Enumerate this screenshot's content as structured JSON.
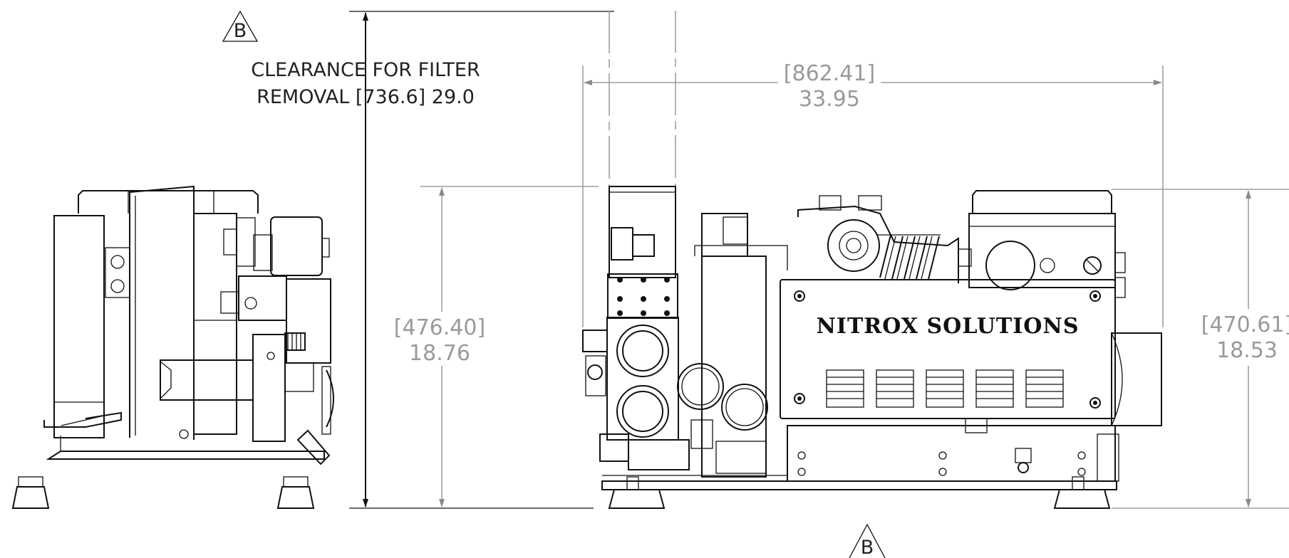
{
  "clearance": {
    "callout": "B",
    "line1": "CLEARANCE FOR FILTER",
    "line2": "REMOVAL [736.6] 29.0"
  },
  "width_dim": {
    "metric": "[862.41]",
    "imperial": "33.95"
  },
  "left_height_dim": {
    "metric": "[476.40]",
    "imperial": "18.76"
  },
  "right_height_dim": {
    "metric": "[470.61]",
    "imperial": "18.53"
  },
  "brand": "NITROX SOLUTIONS",
  "bottom_callout": "B"
}
